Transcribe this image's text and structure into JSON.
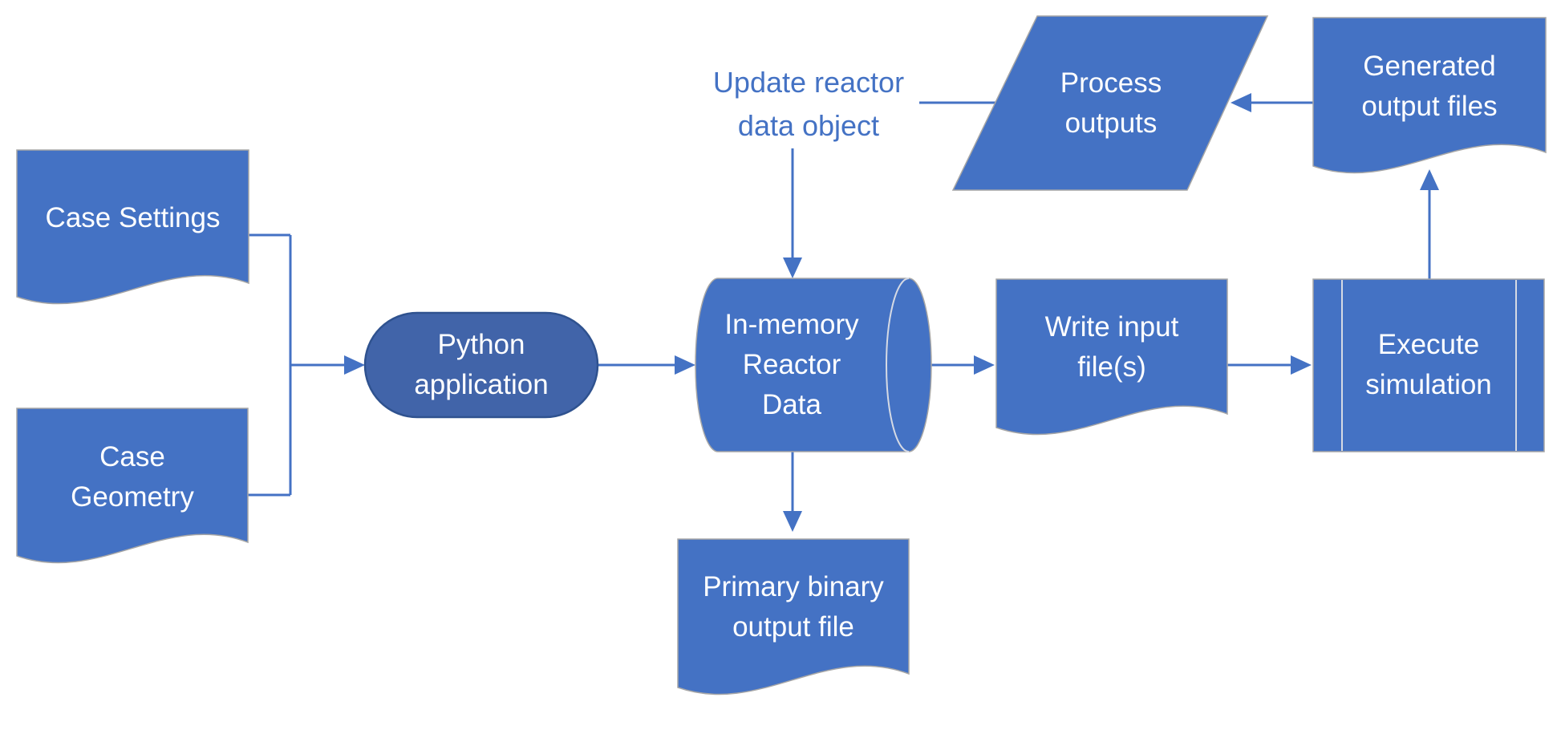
{
  "diagram": {
    "colors": {
      "background": "#FFFFFF",
      "shape_fill": "#4472C4",
      "stadium_fill": "#4164A9",
      "stadium_border": "#2F528F",
      "connector": "#4472C4",
      "label_text": "#4472C4",
      "shape_text": "#FFFFFF",
      "hairline": "#A6A6A6",
      "inner_line": "#D6DAE4"
    },
    "nodes": {
      "case_settings": {
        "shape": "document",
        "label": "Case Settings"
      },
      "case_geometry": {
        "shape": "document",
        "label": "Case\nGeometry"
      },
      "python_application": {
        "shape": "rounded-rectangle",
        "label": "Python\napplication"
      },
      "reactor_data": {
        "shape": "cylinder",
        "label": "In-memory\nReactor\nData"
      },
      "write_input": {
        "shape": "document",
        "label": "Write input\nfile(s)"
      },
      "execute_simulation": {
        "shape": "predefined-process",
        "label": "Execute\nsimulation"
      },
      "generated_output": {
        "shape": "document",
        "label": "Generated\noutput files"
      },
      "process_outputs": {
        "shape": "parallelogram",
        "label": "Process\noutputs"
      },
      "primary_binary": {
        "shape": "document",
        "label": "Primary binary\noutput file"
      },
      "update_reactor": {
        "shape": "text-annotation",
        "label": "Update reactor\ndata object"
      }
    }
  }
}
